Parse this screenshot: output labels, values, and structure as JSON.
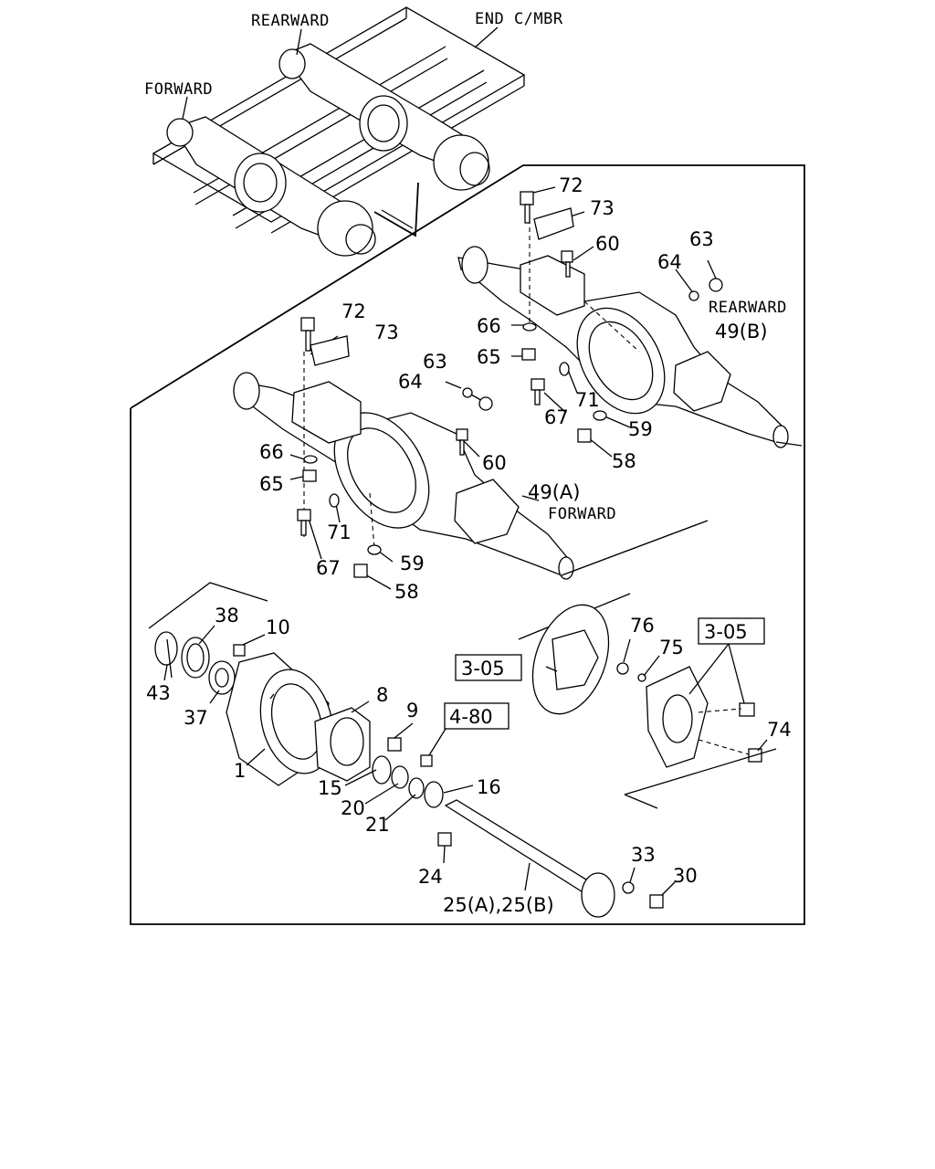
{
  "labels": {
    "rearward_top": "REARWARD",
    "end_cmbr": "END C/MBR",
    "forward_top": "FORWARD",
    "rearward_mid": "REARWARD",
    "forward_mid": "FORWARD",
    "axle_b": "49(B)",
    "axle_a": "49(A)",
    "shaft": "25(A),25(B)"
  },
  "refs": {
    "ref_305_left": "3-05",
    "ref_305_right": "3-05",
    "ref_480": "4-80"
  },
  "callouts": {
    "c72a": "72",
    "c73a": "73",
    "c60a": "60",
    "c63a": "63",
    "c64a": "64",
    "c66a": "66",
    "c65a": "65",
    "c67a": "67",
    "c71a": "71",
    "c59a": "59",
    "c58a": "58",
    "c72b": "72",
    "c73b": "73",
    "c63b": "63",
    "c64b": "64",
    "c60b": "60",
    "c66b": "66",
    "c65b": "65",
    "c67b": "67",
    "c71b": "71",
    "c59b": "59",
    "c58b": "58",
    "c38": "38",
    "c10": "10",
    "c43": "43",
    "c37": "37",
    "c1": "1",
    "c8": "8",
    "c9": "9",
    "c15": "15",
    "c20": "20",
    "c21": "21",
    "c16": "16",
    "c24": "24",
    "c76": "76",
    "c75": "75",
    "c74": "74",
    "c33": "33",
    "c30": "30"
  }
}
